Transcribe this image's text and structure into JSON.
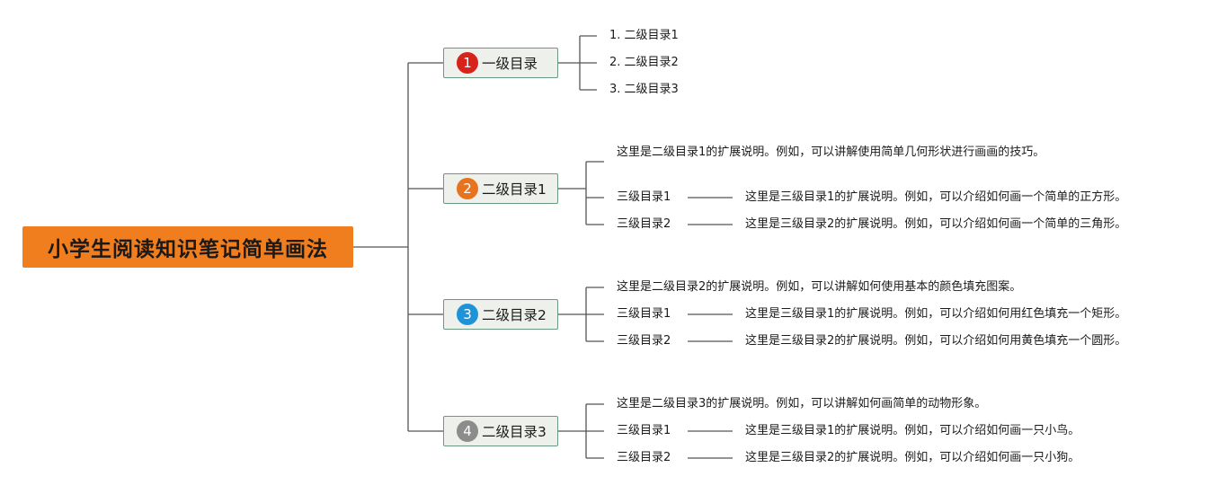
{
  "root": {
    "label": "小学生阅读知识笔记简单画法",
    "color": "#f07d1e"
  },
  "branches": [
    {
      "badge": "1",
      "badge_color": "#d7231a",
      "label": "一级目录",
      "items": [
        "1. 二级目录1",
        "2. 二级目录2",
        "3. 二级目录3"
      ]
    },
    {
      "badge": "2",
      "badge_color": "#e8731e",
      "label": "二级目录1",
      "description": "这里是二级目录1的扩展说明。例如，可以讲解使用简单几何形状进行画画的技巧。",
      "subs": [
        {
          "label": "三级目录1",
          "note": "这里是三级目录1的扩展说明。例如，可以介绍如何画一个简单的正方形。"
        },
        {
          "label": "三级目录2",
          "note": "这里是三级目录2的扩展说明。例如，可以介绍如何画一个简单的三角形。"
        }
      ]
    },
    {
      "badge": "3",
      "badge_color": "#1e94d8",
      "label": "二级目录2",
      "description": "这里是二级目录2的扩展说明。例如，可以讲解如何使用基本的颜色填充图案。",
      "subs": [
        {
          "label": "三级目录1",
          "note": "这里是三级目录1的扩展说明。例如，可以介绍如何用红色填充一个矩形。"
        },
        {
          "label": "三级目录2",
          "note": "这里是三级目录2的扩展说明。例如，可以介绍如何用黄色填充一个圆形。"
        }
      ]
    },
    {
      "badge": "4",
      "badge_color": "#8c8c8c",
      "label": "二级目录3",
      "description": "这里是二级目录3的扩展说明。例如，可以讲解如何画简单的动物形象。",
      "subs": [
        {
          "label": "三级目录1",
          "note": "这里是三级目录1的扩展说明。例如，可以介绍如何画一只小鸟。"
        },
        {
          "label": "三级目录2",
          "note": "这里是三级目录2的扩展说明。例如，可以介绍如何画一只小狗。"
        }
      ]
    }
  ]
}
